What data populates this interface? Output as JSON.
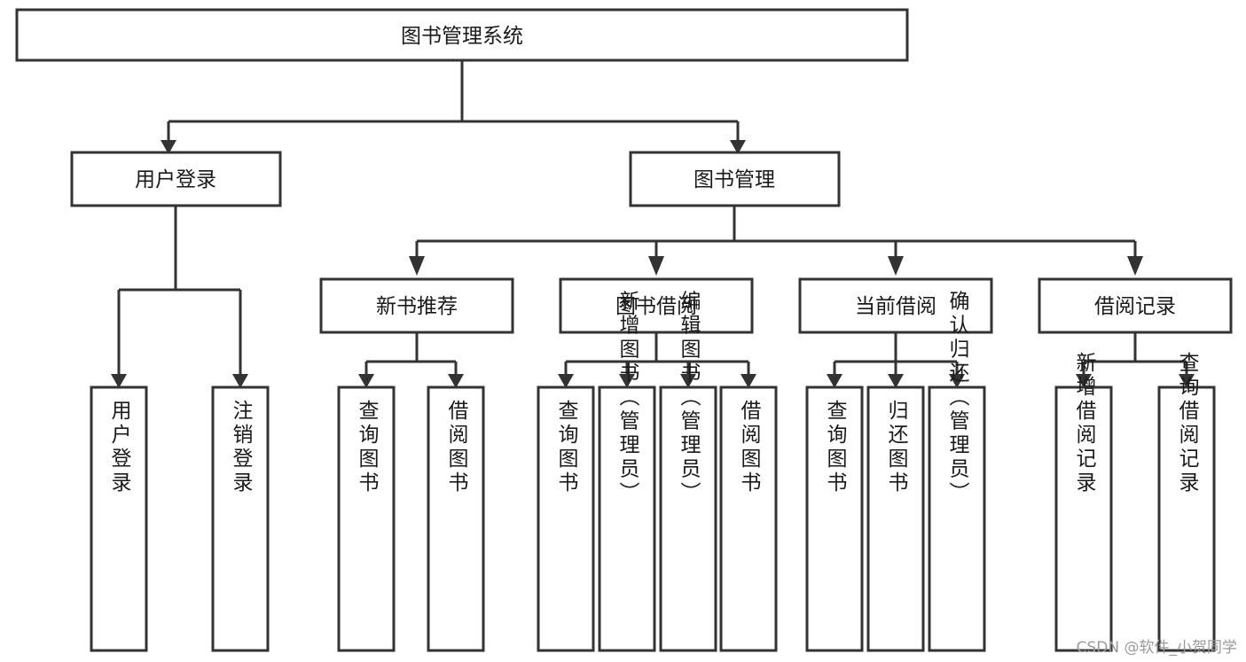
{
  "diagram": {
    "type": "tree-hierarchy",
    "title": "图书管理系统",
    "watermark": "CSDN @软件_小贺同学",
    "colors": {
      "stroke": "#333333",
      "fill": "#ffffff",
      "text": "#1a1a1a",
      "watermark": "#9a9a9a"
    },
    "levels": {
      "root": {
        "label": "图书管理系统"
      },
      "level1": [
        {
          "id": "user-login",
          "label": "用户登录"
        },
        {
          "id": "book-management",
          "label": "图书管理"
        }
      ],
      "level2": [
        {
          "id": "new-book-recommend",
          "label": "新书推荐",
          "parent": "book-management"
        },
        {
          "id": "book-borrow",
          "label": "图书借阅",
          "parent": "book-management"
        },
        {
          "id": "current-borrow",
          "label": "当前借阅",
          "parent": "book-management"
        },
        {
          "id": "borrow-record",
          "label": "借阅记录",
          "parent": "book-management"
        }
      ],
      "leaves": [
        {
          "id": "leaf-user-login",
          "label": "用户登录",
          "parent": "user-login"
        },
        {
          "id": "leaf-user-logout",
          "label": "注销登录",
          "parent": "user-login"
        },
        {
          "id": "leaf-query-book-1",
          "label": "查询图书",
          "parent": "new-book-recommend"
        },
        {
          "id": "leaf-borrow-book-1",
          "label": "借阅图书",
          "parent": "new-book-recommend"
        },
        {
          "id": "leaf-query-book-2",
          "label": "查询图书",
          "parent": "book-borrow"
        },
        {
          "id": "leaf-add-book",
          "label": "新增图书（管理员）",
          "parent": "book-borrow"
        },
        {
          "id": "leaf-edit-book",
          "label": "编辑图书（管理员）",
          "parent": "book-borrow"
        },
        {
          "id": "leaf-borrow-book-2",
          "label": "借阅图书",
          "parent": "book-borrow"
        },
        {
          "id": "leaf-query-book-3",
          "label": "查询图书",
          "parent": "current-borrow"
        },
        {
          "id": "leaf-return-book",
          "label": "归还图书",
          "parent": "current-borrow"
        },
        {
          "id": "leaf-confirm-return",
          "label": "确认归还（管理员）",
          "parent": "current-borrow"
        },
        {
          "id": "leaf-add-record",
          "label": "新增借阅记录",
          "parent": "borrow-record"
        },
        {
          "id": "leaf-query-record",
          "label": "查询借阅记录",
          "parent": "borrow-record"
        }
      ]
    }
  }
}
